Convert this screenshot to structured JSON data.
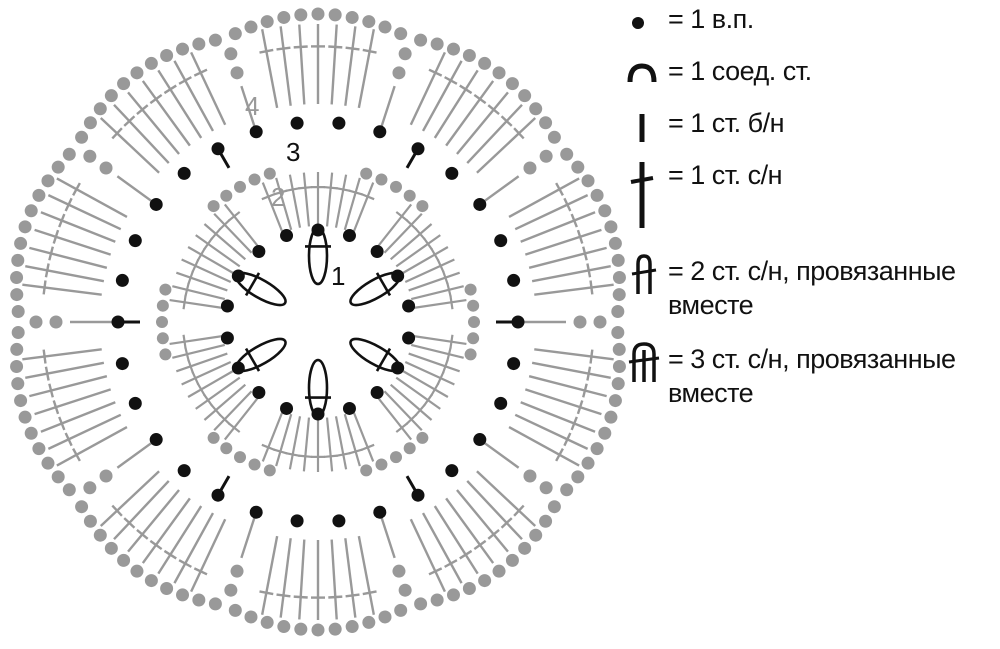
{
  "colors": {
    "black": "#111111",
    "gray": "#999999"
  },
  "diagram": {
    "row_labels": [
      {
        "text": "1",
        "color": "black"
      },
      {
        "text": "2",
        "color": "gray"
      },
      {
        "text": "3",
        "color": "black"
      },
      {
        "text": "4",
        "color": "gray"
      }
    ]
  },
  "legend": [
    {
      "icon": "chain-stitch-icon",
      "label": "= 1 в.п.",
      "label2": ""
    },
    {
      "icon": "slip-stitch-icon",
      "label": "= 1 соед. ст.",
      "label2": ""
    },
    {
      "icon": "single-crochet-icon",
      "label": "= 1 ст. б/н",
      "label2": ""
    },
    {
      "icon": "double-crochet-icon",
      "label": "= 1 ст. с/н",
      "label2": ""
    },
    {
      "icon": "dc2tog-icon",
      "label": "= 2 ст. с/н, провязанные",
      "label2": "вместе"
    },
    {
      "icon": "dc3tog-icon",
      "label": "= 3 ст. с/н, провязанные",
      "label2": "вместе"
    }
  ]
}
